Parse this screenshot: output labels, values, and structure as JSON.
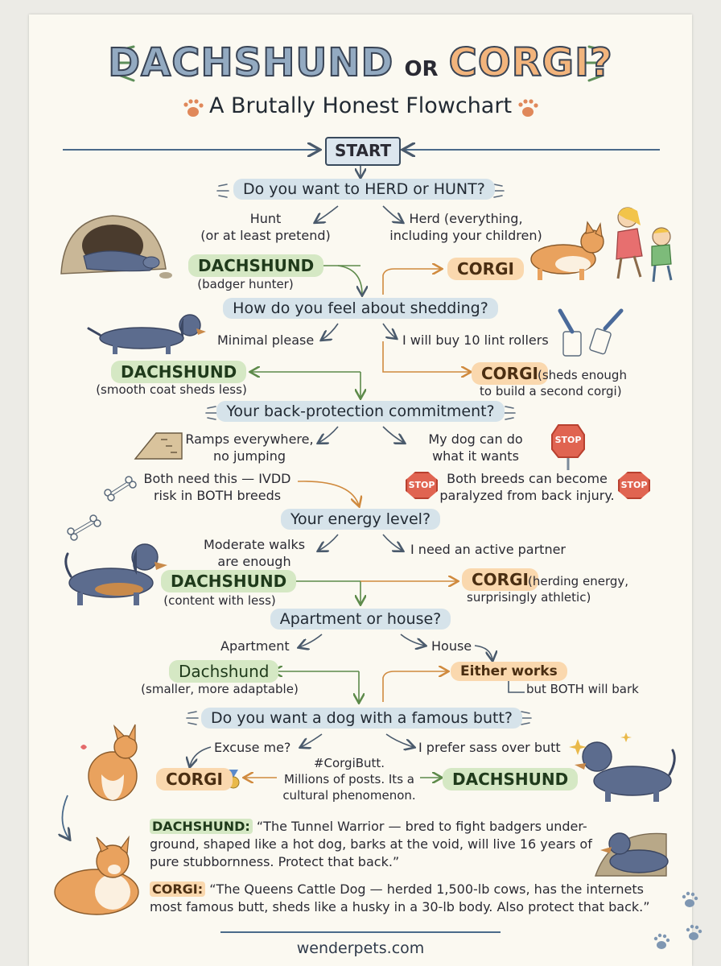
{
  "title": {
    "word1": "DACHSHUND",
    "or": "OR",
    "word2": "CORGI?",
    "subtitle": "A Brutally Honest Flowchart"
  },
  "start": "START",
  "q1": {
    "question": "Do you want to HERD or HUNT?",
    "left_answer": "Hunt\n(or at least pretend)",
    "right_answer": "Herd (everything,\nincluding your children)",
    "left_result": "DACHSHUND",
    "left_note": "(badger hunter)",
    "right_result": "CORGI"
  },
  "q2": {
    "question": "How do you feel about shedding?",
    "left_answer": "Minimal please",
    "right_answer": "I will buy 10 lint rollers",
    "left_result": "DACHSHUND",
    "left_note": "(smooth coat sheds less)",
    "right_result": "CORGI",
    "right_note_1": "(sheds enough",
    "right_note_2": "to build a second corgi)"
  },
  "q3": {
    "question": "Your back-protection commitment?",
    "left_answer": "Ramps everywhere,\nno jumping",
    "right_answer": "My dog can do\nwhat it wants",
    "left_note": "Both need this — IVDD\nrisk in BOTH breeds",
    "right_note": "Both breeds can become\nparalyzed from back injury.",
    "stop_sign": "STOP"
  },
  "q4": {
    "question": "Your energy level?",
    "left_answer": "Moderate walks\nare enough",
    "right_answer": "I need an active partner",
    "left_result": "DACHSHUND",
    "left_note": "(content with less)",
    "right_result": "CORGI",
    "right_note_1": "(herding energy,",
    "right_note_2": "surprisingly athletic)"
  },
  "q5": {
    "question": "Apartment or house?",
    "left_answer": "Apartment",
    "right_answer": "House",
    "left_result": "Dachshund",
    "left_note": "(smaller, more adaptable)",
    "right_result": "Either works",
    "right_note": "but BOTH will bark"
  },
  "q6": {
    "question": "Do you want a dog with a famous butt?",
    "left_answer": "Excuse me?",
    "right_answer": "I prefer sass over butt",
    "middle_note": "#CorgiButt.\nMillions of posts. Its a\ncultural phenomenon.",
    "left_result": "CORGI",
    "right_result": "DACHSHUND"
  },
  "summaries": {
    "dachshund_label": "DACHSHUND:",
    "dachshund_text": "“The Tunnel Warrior — bred to fight badgers under-ground, shaped like a hot dog, barks at the void, will live 16 years of pure stubbornness. Protect that back.”",
    "corgi_label": "CORGI:",
    "corgi_text": "“The Queens Cattle Dog — herded 1,500-lb cows, has the internets most famous butt, sheds like a husky in a 30-lb body. Also protect that back.”"
  },
  "footer": "wenderpets.com",
  "colors": {
    "dachshund_green": "#d5e8c4",
    "corgi_orange": "#fad8ae",
    "question_blue": "#d6e3ea",
    "title_blue": "#93aac1",
    "title_orange": "#f2b47c",
    "stop_red": "#e06451"
  },
  "icons": [
    "paw-icon",
    "bone-icon",
    "stop-sign-icon",
    "medal-icon",
    "ramp-icon",
    "lint-roller-icon",
    "burrow-icon",
    "sparkle-icon"
  ]
}
